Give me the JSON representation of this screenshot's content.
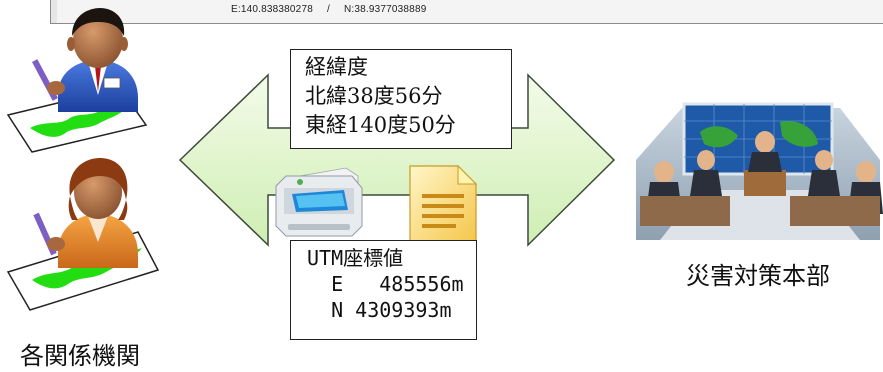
{
  "coord_bar": {
    "east": "E:140.838380278",
    "separator": "/",
    "north": "N:38.9377038889"
  },
  "latlon_box": {
    "lines": [
      "経緯度",
      "北緯38度56分",
      "東経140度50分"
    ]
  },
  "utm_box": {
    "lines": [
      "UTM座標値",
      "  E   485556m",
      "  N 4309393m"
    ]
  },
  "labels": {
    "left": "各関係機関",
    "right": "災害対策本部"
  },
  "colors": {
    "arrow_fill": "#dff3c8",
    "arrow_stroke": "#3c4a3a",
    "map_green": "#22dd11",
    "businessman_blue": "#2a55c6",
    "woman_orange": "#e8892a"
  },
  "icons": [
    "businessman-icon",
    "businesswoman-icon",
    "map-icon",
    "printer-icon",
    "document-icon",
    "meeting-room-icon"
  ]
}
